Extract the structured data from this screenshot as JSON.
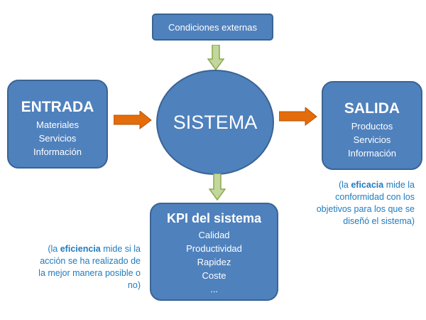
{
  "diagram": {
    "condiciones": "Condiciones externas",
    "sistema": "SISTEMA",
    "entrada": {
      "title": "ENTRADA",
      "items": [
        "Materiales",
        "Servicios",
        "Información"
      ]
    },
    "salida": {
      "title": "SALIDA",
      "items": [
        "Productos",
        "Servicios",
        "Información"
      ]
    },
    "kpi": {
      "title": "KPI del sistema",
      "items": [
        "Calidad",
        "Productividad",
        "Rapidez",
        "Coste",
        "..."
      ]
    },
    "notes": {
      "eficiencia": {
        "before": "(la ",
        "keyword": "eficiencia",
        "after": " mide si la acción se ha realizado de la mejor manera posible o no)"
      },
      "eficacia": {
        "before": "(la ",
        "keyword": "eficacia",
        "after": " mide la conformidad con los objetivos para los que se diseñó el sistema)"
      }
    }
  },
  "colors": {
    "box_fill": "#4f81bd",
    "box_border": "#3a6494",
    "orange_arrow": "#e46c0a",
    "green_arrow": "#c3d69b",
    "note_text": "#1f7bbf"
  }
}
